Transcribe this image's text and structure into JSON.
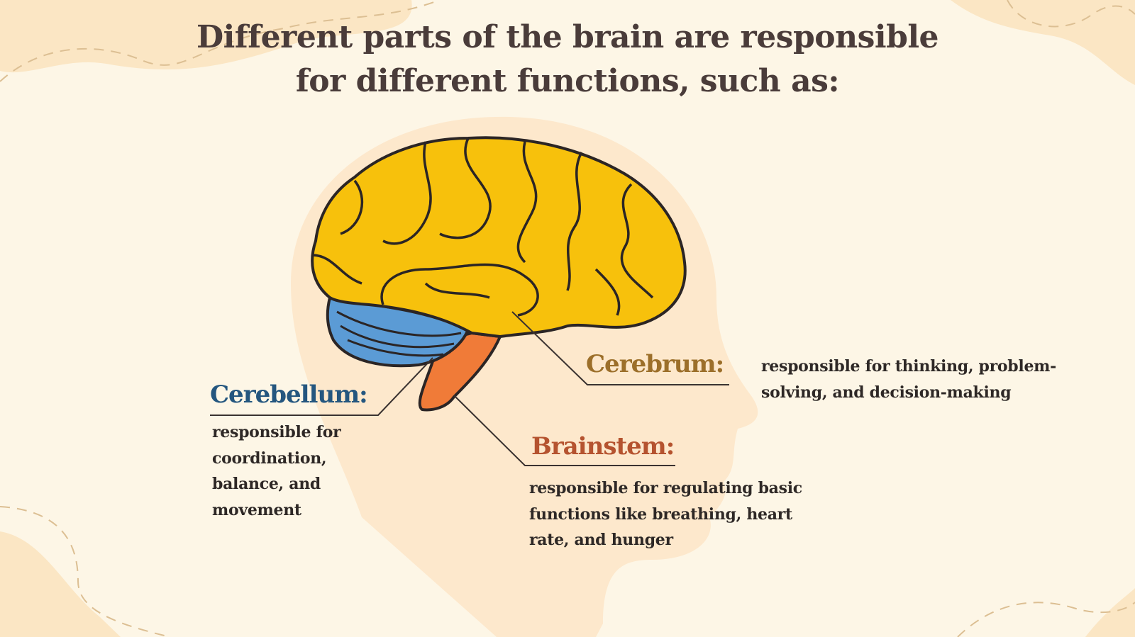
{
  "title": {
    "line1": "Different parts of the brain are responsible",
    "line2": "for different functions, such as:"
  },
  "parts": {
    "cerebellum": {
      "label": "Cerebellum:",
      "description": "responsible for coordination, balance, and movement",
      "color": "#24567f",
      "fill": "#5b9bd5"
    },
    "cerebrum": {
      "label": "Cerebrum:",
      "description": "responsible for thinking, problem-solving, and decision-making",
      "color": "#9c6f2a",
      "fill": "#f7c10c"
    },
    "brainstem": {
      "label": "Brainstem:",
      "description": "responsible for regulating basic functions like breathing, heart rate, and hunger",
      "color": "#b5532f",
      "fill": "#f07b38"
    }
  }
}
